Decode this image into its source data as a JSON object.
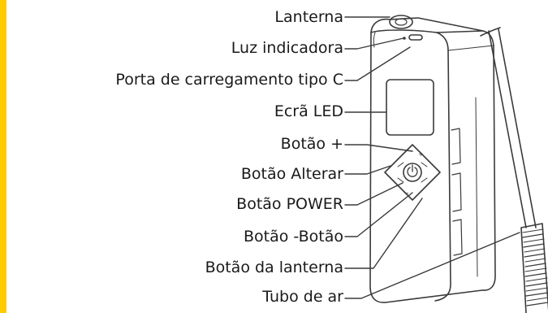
{
  "accent_color": "#FFCC00",
  "labels": {
    "lanterna": "Lanterna",
    "luz_indicadora": "Luz indicadora",
    "porta_carregamento": "Porta de carregamento tipo C",
    "ecra_led": "Ecrã LED",
    "botao_mais": "Botão +",
    "botao_alterar": "Botão Alterar",
    "botao_power": "Botão POWER",
    "botao_menos": "Botão -Botão",
    "botao_lanterna": "Botão da lanterna",
    "tubo_ar": "Tubo de ar"
  }
}
